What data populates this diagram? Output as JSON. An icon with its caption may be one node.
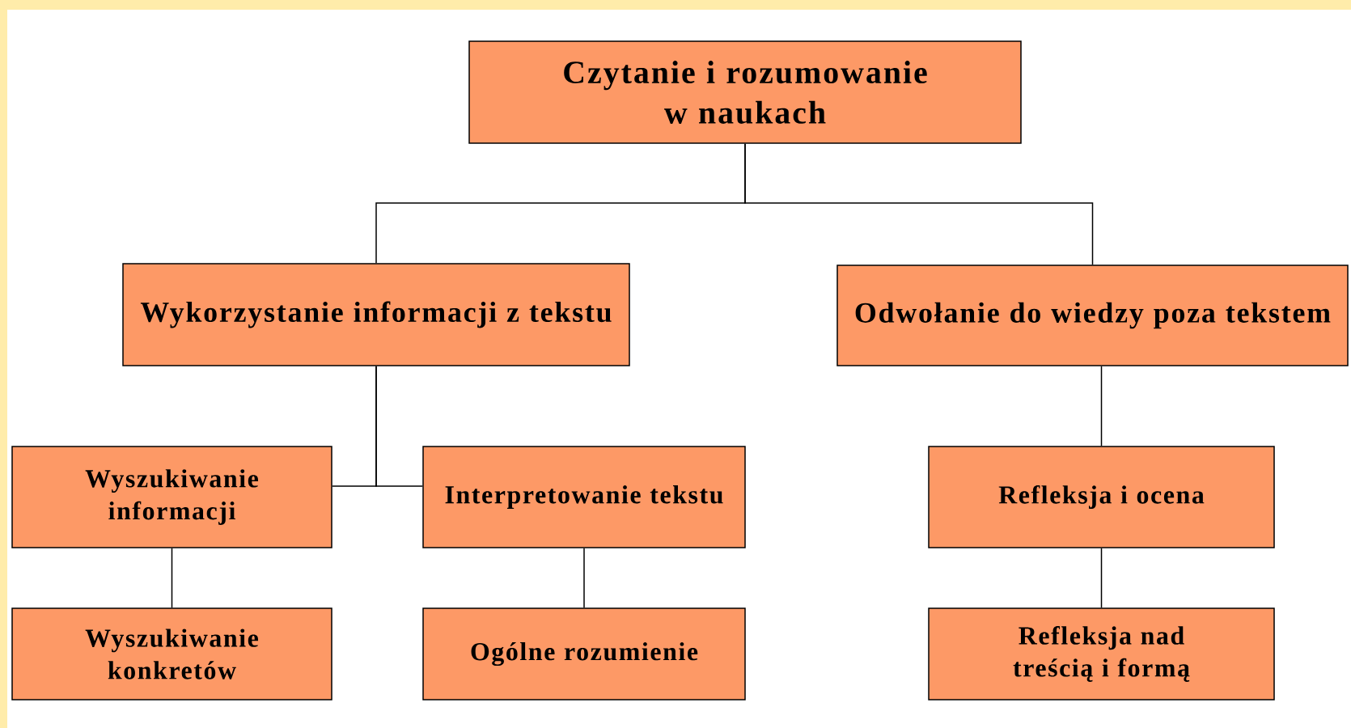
{
  "diagram": {
    "nodes": [
      {
        "text": [
          "Czytanie i rozumowanie w naukach"
        ]
      },
      {
        "text": [
          "Wykorzystanie informacji z tekstu"
        ]
      },
      {
        "text": [
          "Odwołanie do wiedzy poza tekstem"
        ]
      },
      {
        "text": [
          "Wyszukiwanie informacji"
        ]
      },
      {
        "text": [
          "Interpretowanie tekstu"
        ]
      },
      {
        "text": [
          "Refleksja i ocena"
        ]
      },
      {
        "text": [
          "Wyszukiwanie konkretów"
        ]
      },
      {
        "text": [
          "Ogólne rozumienie"
        ]
      },
      {
        "text": [
          "Refleksja nad treścią i formą"
        ]
      }
    ],
    "edges": [
      {
        "from": 0,
        "to": 1,
        "arrow": "none"
      },
      {
        "from": 0,
        "to": 2,
        "arrow": "none"
      },
      {
        "from": 1,
        "to": 3,
        "arrow": "none"
      },
      {
        "from": 1,
        "to": 4,
        "arrow": "none"
      },
      {
        "from": 3,
        "to": 6,
        "arrow": "none"
      },
      {
        "from": 4,
        "to": 7,
        "arrow": "none"
      },
      {
        "from": 2,
        "to": 5,
        "arrow": "none"
      },
      {
        "from": 5,
        "to": 8,
        "arrow": "none"
      }
    ]
  }
}
